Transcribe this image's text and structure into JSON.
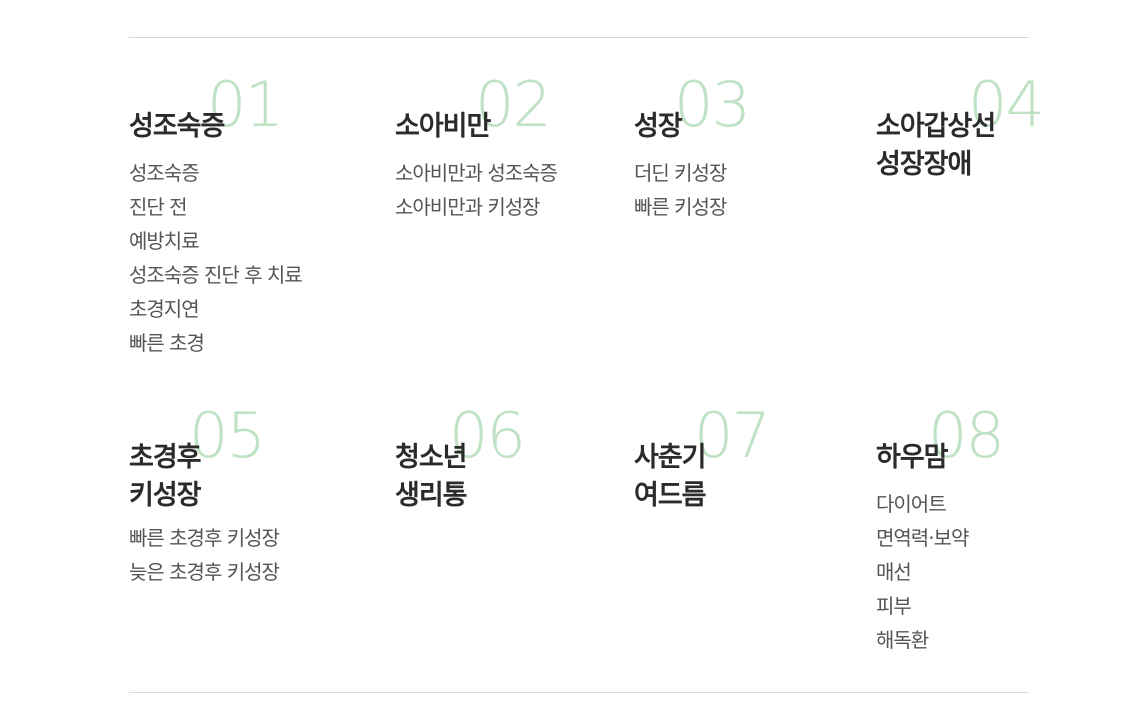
{
  "categories": [
    {
      "number": "01",
      "title": [
        "성조숙증"
      ],
      "items": [
        "성조숙증",
        "진단 전",
        "예방치료",
        "성조숙증 진단 후 치료",
        "초경지연",
        "빠른 초경"
      ]
    },
    {
      "number": "02",
      "title": [
        "소아비만"
      ],
      "items": [
        "소아비만과 성조숙증",
        "소아비만과 키성장"
      ]
    },
    {
      "number": "03",
      "title": [
        "성장"
      ],
      "items": [
        "더딘 키성장",
        "빠른 키성장"
      ]
    },
    {
      "number": "04",
      "title": [
        "소아갑상선",
        "성장장애"
      ],
      "items": []
    },
    {
      "number": "05",
      "title": [
        "초경후",
        "키성장"
      ],
      "items": [
        "빠른 초경후 키성장",
        "늦은 초경후 키성장"
      ]
    },
    {
      "number": "06",
      "title": [
        "청소년",
        "생리통"
      ],
      "items": []
    },
    {
      "number": "07",
      "title": [
        "사춘기",
        "여드름"
      ],
      "items": []
    },
    {
      "number": "08",
      "title": [
        "하우맘"
      ],
      "items": [
        "다이어트",
        "면역력·보약",
        "매선",
        "피부",
        "해독환"
      ]
    }
  ],
  "colors": {
    "number": "#bfe2c4",
    "title": "#2b2b2b",
    "item": "#555555",
    "rule": "#d9d9d9"
  }
}
